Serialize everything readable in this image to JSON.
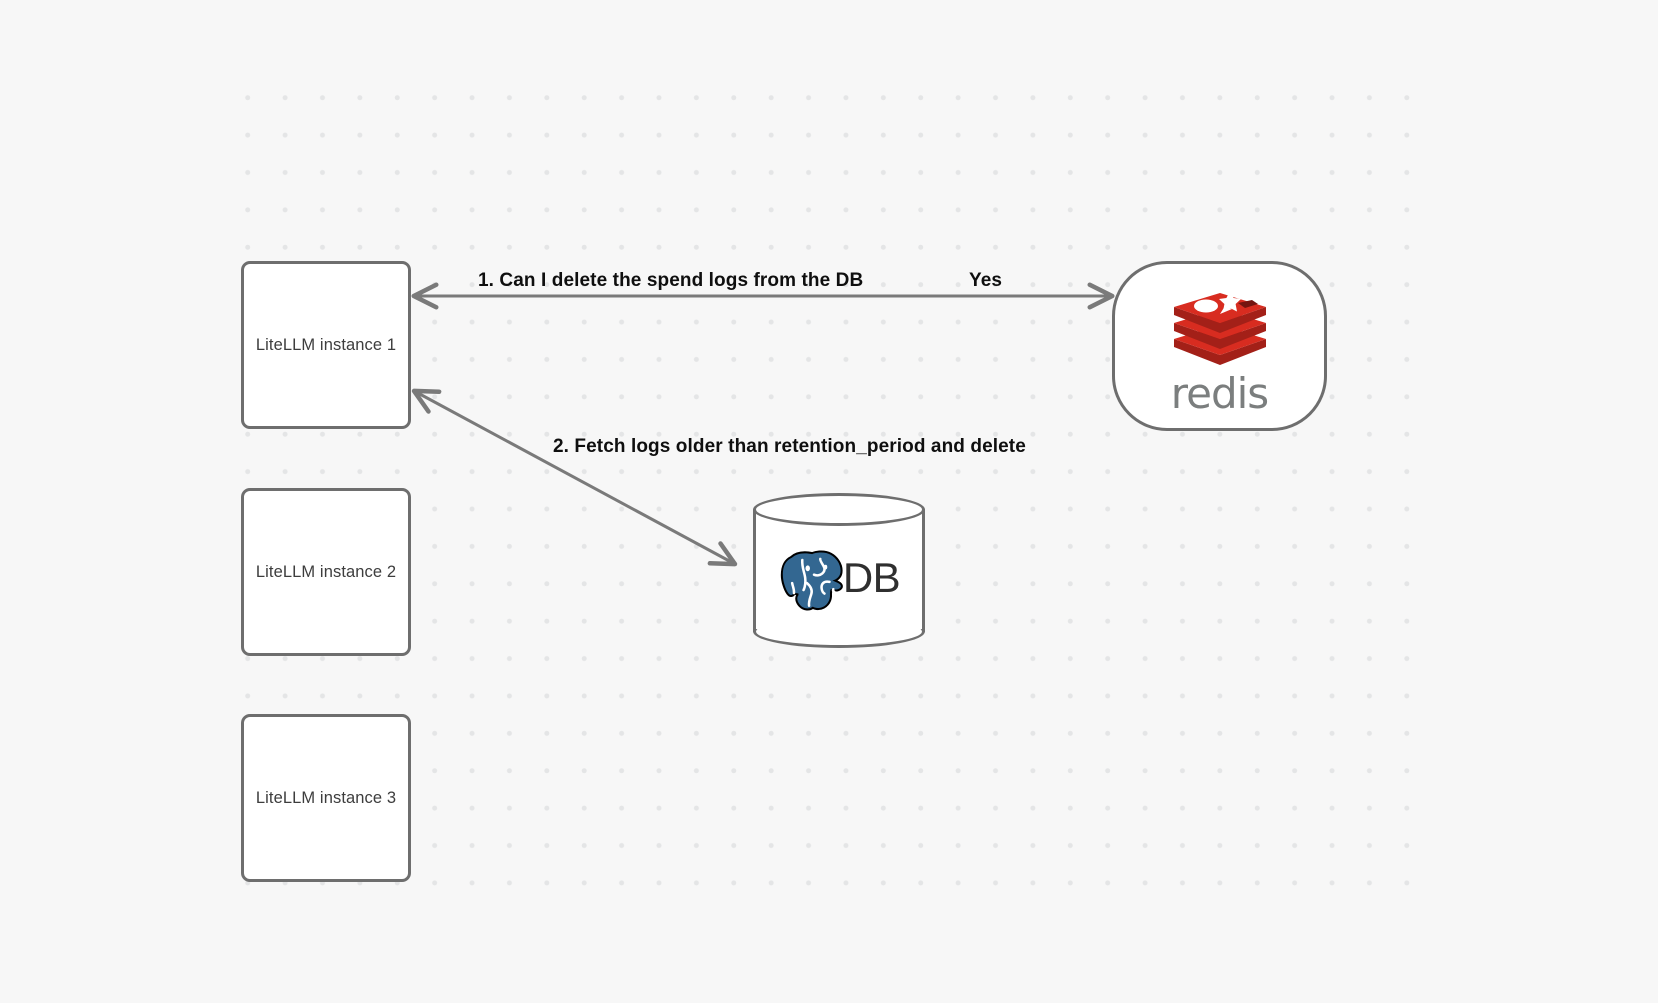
{
  "canvas": {
    "background_color": "#f7f7f7",
    "grid_dot_color": "#e4e5e6",
    "node_border_color": "#6e6e6e",
    "edge_color": "#7a7a7a"
  },
  "nodes": {
    "litellm_instances": [
      {
        "id": "litellm-1",
        "label": "LiteLLM instance 1"
      },
      {
        "id": "litellm-2",
        "label": "LiteLLM instance 2"
      },
      {
        "id": "litellm-3",
        "label": "LiteLLM instance 3"
      }
    ],
    "redis": {
      "id": "redis",
      "wordmark": "redis",
      "logo_icon": "redis-stack-icon",
      "logo_color": "#d82c20",
      "wordmark_color": "#7b7e7e"
    },
    "database": {
      "id": "db",
      "label": "DB",
      "logo_icon": "postgresql-elephant-icon",
      "logo_color": "#336791",
      "shape": "cylinder"
    }
  },
  "edges": [
    {
      "id": "edge-1",
      "from": "litellm-1",
      "to": "redis",
      "direction": "bidirectional",
      "label": "1.  Can I delete the spend logs from the DB",
      "response_label": "Yes"
    },
    {
      "id": "edge-2",
      "from": "db",
      "to": "litellm-1",
      "direction": "bidirectional",
      "label": "2.  Fetch logs older than retention_period and delete"
    }
  ]
}
